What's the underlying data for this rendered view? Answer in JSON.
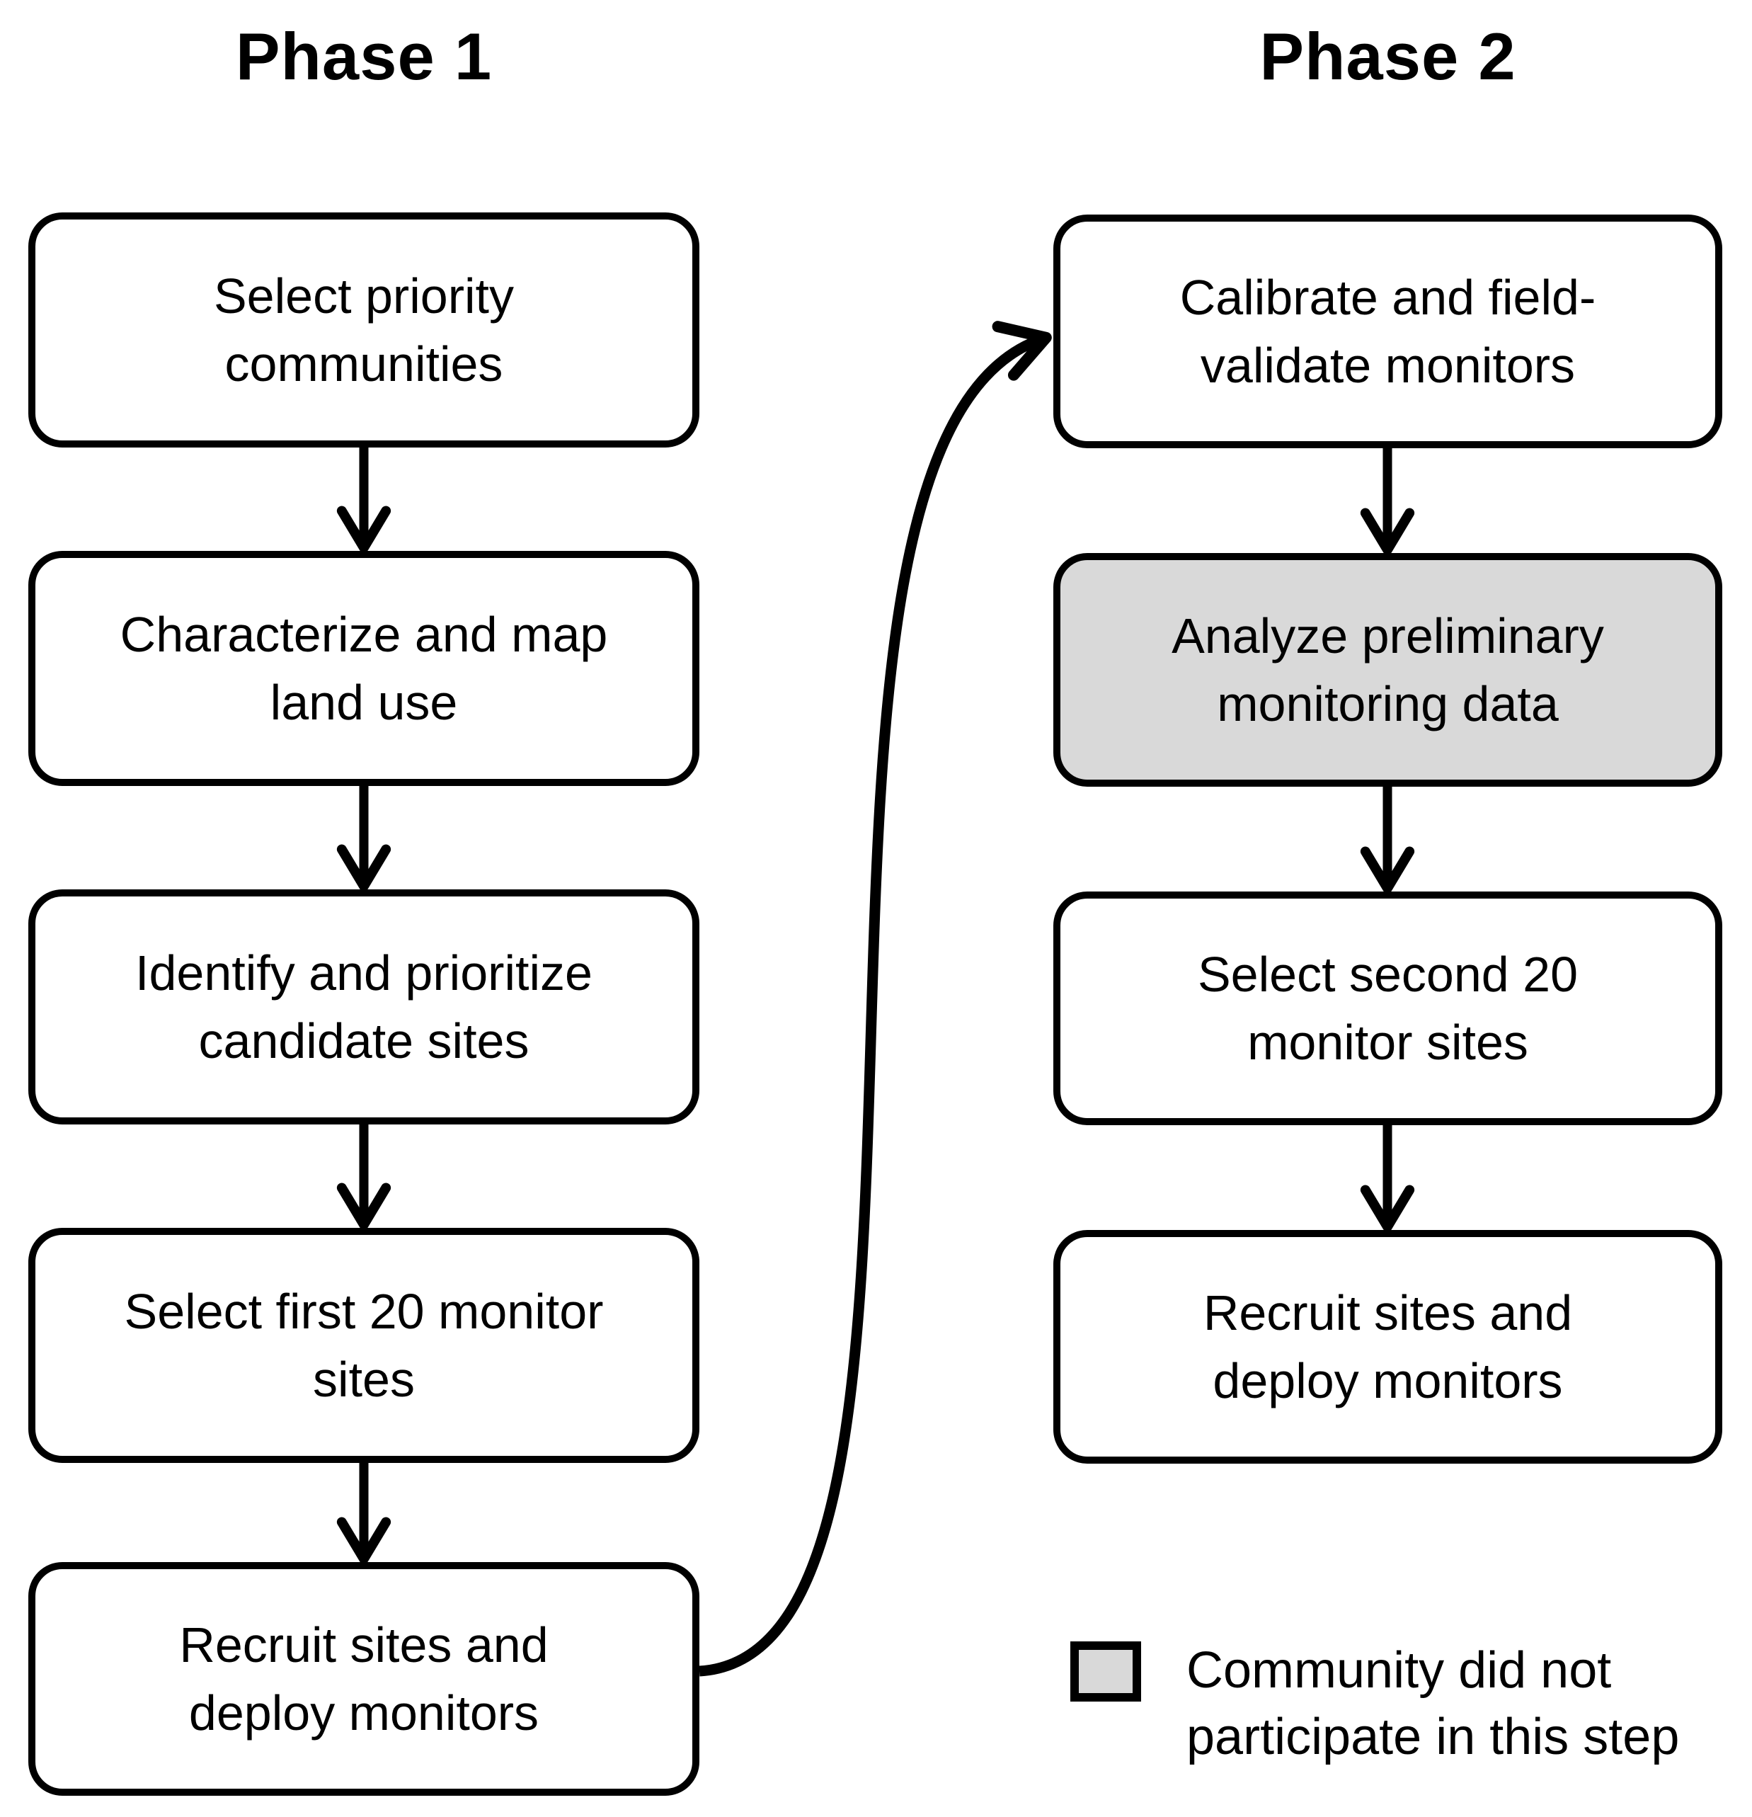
{
  "figure": {
    "phase1": {
      "title": "Phase 1",
      "steps": [
        "Select priority\ncommunities",
        "Characterize and map\nland use",
        "Identify and prioritize\ncandidate sites",
        "Select first 20 monitor\nsites",
        "Recruit sites and\ndeploy monitors"
      ]
    },
    "phase2": {
      "title": "Phase 2",
      "steps": [
        "Calibrate and field-\nvalidate monitors",
        "Analyze preliminary\nmonitoring data",
        "Select second 20\nmonitor sites",
        "Recruit sites and\ndeploy monitors"
      ],
      "highlighted_step": "Analyze preliminary\nmonitoring data"
    },
    "legend": {
      "label": "Community did not\nparticipate in this step",
      "swatch_color": "#D9D9D9"
    },
    "colors": {
      "box_fill": "#FFFFFF",
      "highlight_fill": "#D9D9D9",
      "line": "#000000",
      "text": "#000000",
      "background": "#FFFFFF"
    }
  }
}
